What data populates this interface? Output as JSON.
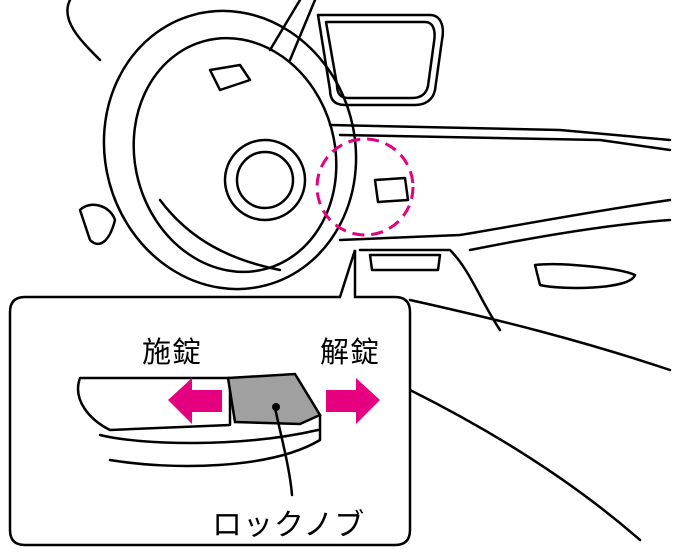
{
  "labels": {
    "lock": "施錠",
    "unlock": "解錠",
    "lock_knob": "ロックノブ"
  },
  "colors": {
    "arrow": "#e4007f",
    "highlight_circle": "#e4007f",
    "knob_fill": "#a0a0a0"
  }
}
